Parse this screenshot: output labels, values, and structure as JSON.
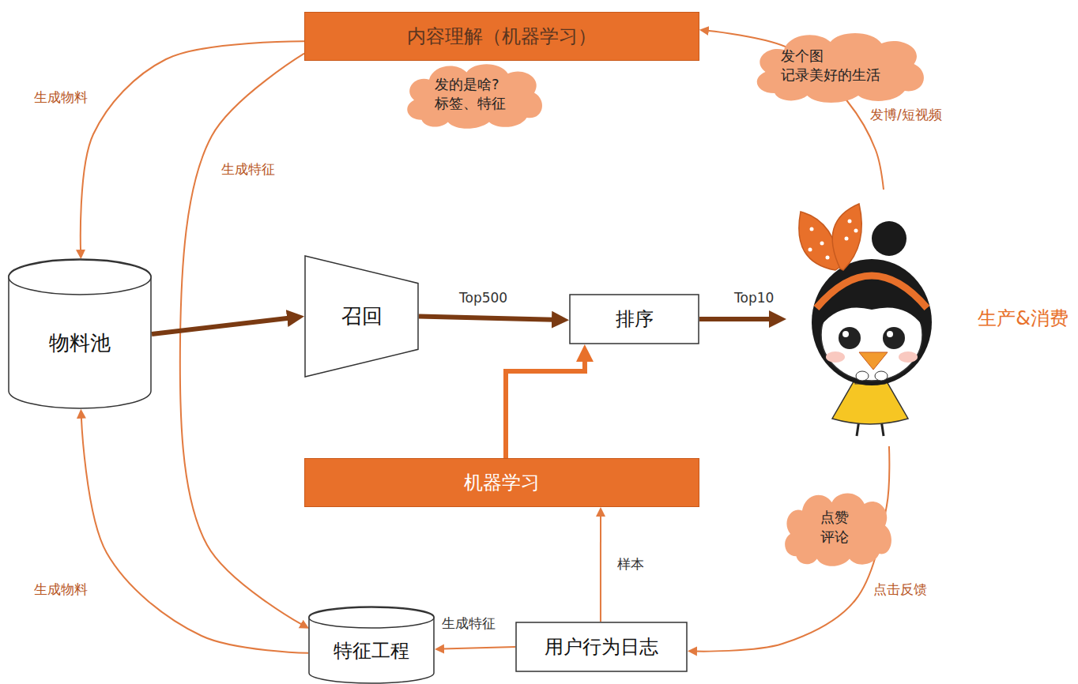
{
  "diagram": {
    "nodes": [
      {
        "text": [
          "内容理解（机器学习）"
        ]
      },
      {
        "text": [
          "发的是啥? 标签、特征"
        ]
      },
      {
        "text": [
          "发个图 记录美好的生活"
        ]
      },
      {
        "text": [
          "物料池"
        ]
      },
      {
        "text": [
          "召回"
        ]
      },
      {
        "text": [
          "排序"
        ]
      },
      {
        "text": [
          "生产&消费"
        ]
      },
      {
        "text": [
          "机器学习"
        ]
      },
      {
        "text": [
          "点赞 评论"
        ]
      },
      {
        "text": [
          "特征工程"
        ]
      },
      {
        "text": [
          "用户行为日志"
        ]
      }
    ],
    "edges": [
      {
        "from": 0,
        "to": 3,
        "arrow": "to",
        "label": "生成物料"
      },
      {
        "from": 0,
        "to": 9,
        "arrow": "to",
        "label": "生成特征"
      },
      {
        "from": 3,
        "to": 4,
        "arrow": "to"
      },
      {
        "from": 4,
        "to": 5,
        "arrow": "to",
        "label": "Top500"
      },
      {
        "from": 5,
        "to": 6,
        "arrow": "to",
        "label": "Top10"
      },
      {
        "from": 6,
        "to": 0,
        "arrow": "to",
        "label": "发博/短视频"
      },
      {
        "from": 6,
        "to": 10,
        "arrow": "to",
        "label": "点击反馈"
      },
      {
        "from": 10,
        "to": 7,
        "arrow": "to",
        "label": "样本"
      },
      {
        "from": 7,
        "to": 5,
        "arrow": "to"
      },
      {
        "from": 10,
        "to": 9,
        "arrow": "to",
        "label": "生成特征"
      },
      {
        "from": 9,
        "to": 3,
        "arrow": "to",
        "label": "生成物料"
      }
    ]
  }
}
